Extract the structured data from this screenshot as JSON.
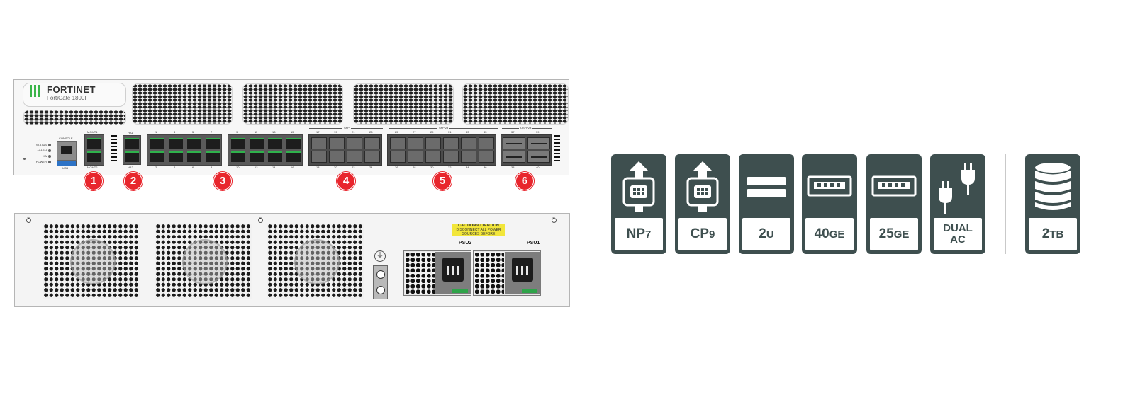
{
  "device": {
    "brand": "FORTINET",
    "model": "FortiGate 1800F"
  },
  "front_panel": {
    "status_labels": [
      "STATUS",
      "ALARM",
      "HA",
      "POWER"
    ],
    "console_label": "CONSOLE",
    "usb_label": "USB",
    "mgmt_top_label": "MGMT1",
    "mgmt_bottom_label": "MGMT2",
    "ha_top_label": "HA1",
    "ha_bottom_label": "HA2",
    "rj45_top_numbers": [
      "1",
      "3",
      "5",
      "7",
      "9",
      "11",
      "13",
      "15"
    ],
    "rj45_bottom_numbers": [
      "2",
      "4",
      "6",
      "8",
      "10",
      "12",
      "14",
      "16"
    ],
    "sfp_top_numbers": [
      "17",
      "19",
      "21",
      "23"
    ],
    "sfp_bottom_numbers": [
      "18",
      "20",
      "22",
      "24"
    ],
    "sfp_group_label": "SFP",
    "sfp28_group_label": "SFP 28",
    "sfp28_top_numbers": [
      "25",
      "27",
      "29",
      "31",
      "33",
      "35"
    ],
    "sfp28_bottom_numbers": [
      "26",
      "28",
      "30",
      "32",
      "34",
      "36"
    ],
    "qsfp_group_label": "QSFP28",
    "qsfp_top_numbers": [
      "37",
      "39"
    ],
    "qsfp_bottom_numbers": [
      "38",
      "40"
    ]
  },
  "callouts": [
    "1",
    "2",
    "3",
    "4",
    "5",
    "6"
  ],
  "back_panel": {
    "caution_title": "CAUTION/ATTENTION",
    "caution_text": "DISCONNECT ALL POWER SOURCES BEFORE SERVICING",
    "psu_labels": [
      "PSU2",
      "PSU1"
    ],
    "ground_symbol": "⏚"
  },
  "features": [
    {
      "icon": "np7-processor-icon",
      "label_main": "NP",
      "label_small": "7"
    },
    {
      "icon": "cp9-processor-icon",
      "label_main": "CP",
      "label_small": "9"
    },
    {
      "icon": "rack-units-icon",
      "label_main": "2",
      "label_small": "U"
    },
    {
      "icon": "ethernet-40ge-icon",
      "label_main": "40",
      "label_small": "GE"
    },
    {
      "icon": "ethernet-25ge-icon",
      "label_main": "25",
      "label_small": "GE"
    },
    {
      "icon": "power-plug-icon",
      "label_main": "DUAL",
      "label_small": "AC"
    },
    {
      "icon": "storage-database-icon",
      "label_main": "2",
      "label_small": "TB"
    }
  ],
  "colors": {
    "tile_bg": "#3e4f4f",
    "callout": "#e8262d",
    "port_led": "#2fb24c",
    "caution": "#f2e63a",
    "brand_mark": "#c8202f",
    "usb": "#2d73c6"
  }
}
